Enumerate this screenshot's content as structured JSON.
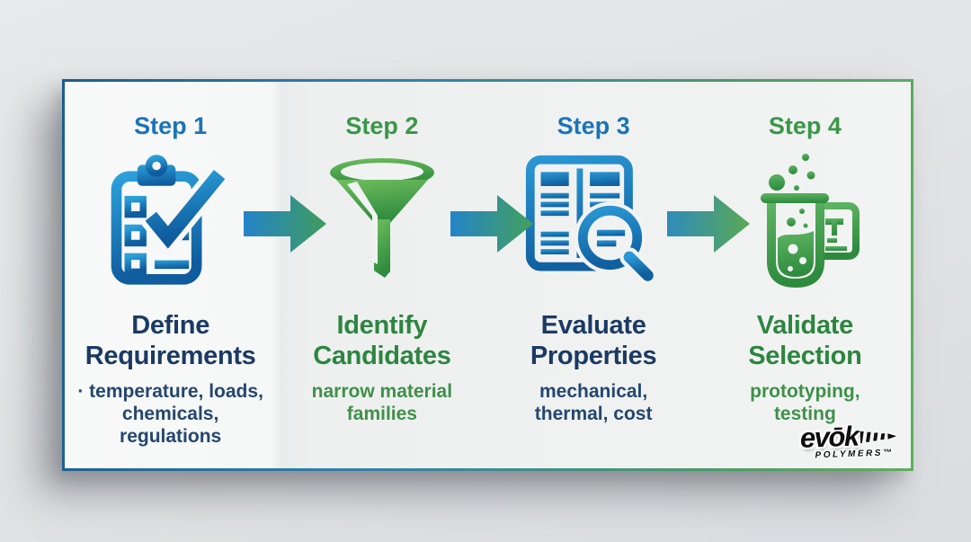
{
  "diagram": {
    "type": "process-flow",
    "step_count": 4
  },
  "steps": [
    {
      "label": "Step 1",
      "icon": "clipboard-checklist-icon",
      "title": "Define\nRequirements",
      "subtitle": "· temperature, loads,\nchemicals,\nregulations",
      "accent": "blue"
    },
    {
      "label": "Step 2",
      "icon": "funnel-icon",
      "title": "Identify\nCandidates",
      "subtitle": "narrow material\nfamilies",
      "accent": "green"
    },
    {
      "label": "Step 3",
      "icon": "document-magnifier-icon",
      "title": "Evaluate\nProperties",
      "subtitle": "mechanical,\nthermal, cost",
      "accent": "blue"
    },
    {
      "label": "Step 4",
      "icon": "test-tube-icon",
      "title": "Validate\nSelection",
      "subtitle": "prototyping,\ntesting",
      "accent": "green"
    }
  ],
  "arrows": {
    "count": 3,
    "direction": "right",
    "gradient_start": "#2484c8",
    "gradient_end": "#3f9c5e"
  },
  "logo": {
    "brand": "evōk",
    "wordmark_sub": "POLYMERS™"
  },
  "palette": {
    "step_label_blue": "#1b74b6",
    "step_label_green": "#3b9648",
    "title_navy": "#1b3a63",
    "title_green": "#2e8540",
    "subtitle_navy": "#24476e",
    "subtitle_green": "#3f9049",
    "icon_blue_light": "#2ba0da",
    "icon_blue_dark": "#0f5c9e",
    "icon_green_light": "#6fbe5e",
    "icon_green_dark": "#2e8b3e",
    "card_border_blue": "#1b5e8d",
    "card_border_green": "#5fae5e",
    "card_background": "#f0f2f2",
    "page_background": "#e2e4e6"
  }
}
